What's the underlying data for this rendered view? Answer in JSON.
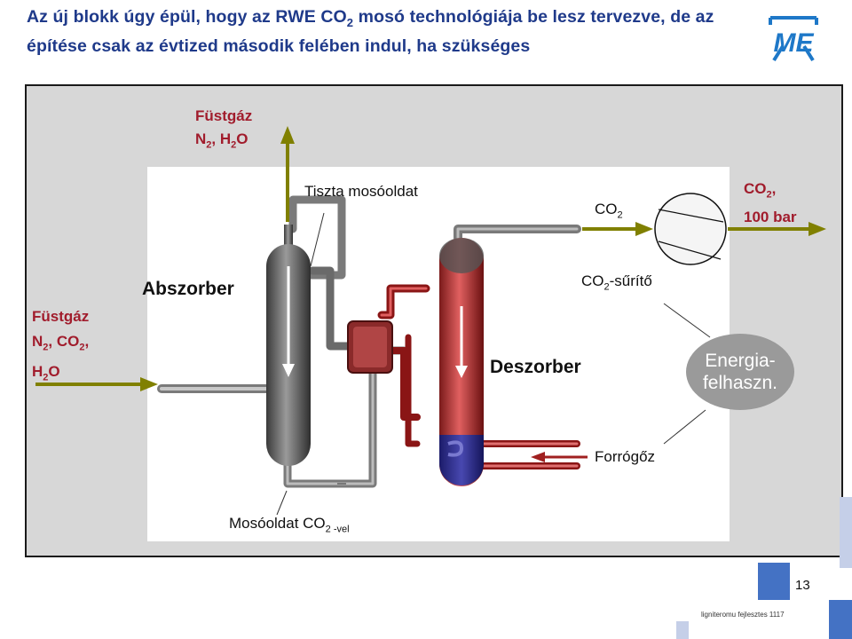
{
  "title": {
    "part1": "Az új blokk úgy épül, hogy az RWE CO",
    "sub": "2",
    "part2": " mosó technológiája be lesz tervezve, de az építése csak az évtized második felében indul, ha szükséges"
  },
  "logo": {
    "text": "ME",
    "color": "#1e78c8"
  },
  "labels": {
    "fustgaz_out": {
      "line1": "Füstgáz",
      "n": "N",
      "n_sub": "2",
      "rest": ", H",
      "h_sub": "2",
      "o": "O"
    },
    "fustgaz_in": {
      "line1": "Füstgáz",
      "n": "N",
      "n_sub": "2",
      "co": ", CO",
      "co_sub": "2",
      "comma": ",",
      "h": "H",
      "h_sub": "2",
      "o": "O"
    },
    "tiszta": "Tiszta mosóoldat",
    "co2": {
      "text": "CO",
      "sub": "2"
    },
    "co2_100": {
      "text": "CO",
      "sub": "2",
      "rest": ",",
      "bar": "100 bar"
    },
    "surito": {
      "text": "CO",
      "sub": "2",
      "rest": "-sűrítő"
    },
    "abszorber": "Abszorber",
    "deszorber": "Deszorber",
    "energia": {
      "line1": "Energia-",
      "line2": "felhaszn."
    },
    "forrogoz": "Forrógőz",
    "mosooldat": {
      "text": "Mosóoldat CO",
      "sub": "2 -vel"
    }
  },
  "colors": {
    "title": "#1f3a8a",
    "label_red": "#a11c2c",
    "arrow_olive": "#808000",
    "square_blue": "#4472c4",
    "square_light": "#c5cfe8"
  },
  "page": {
    "number": "13",
    "footer": "ligniteromu fejlesztes 1117"
  }
}
